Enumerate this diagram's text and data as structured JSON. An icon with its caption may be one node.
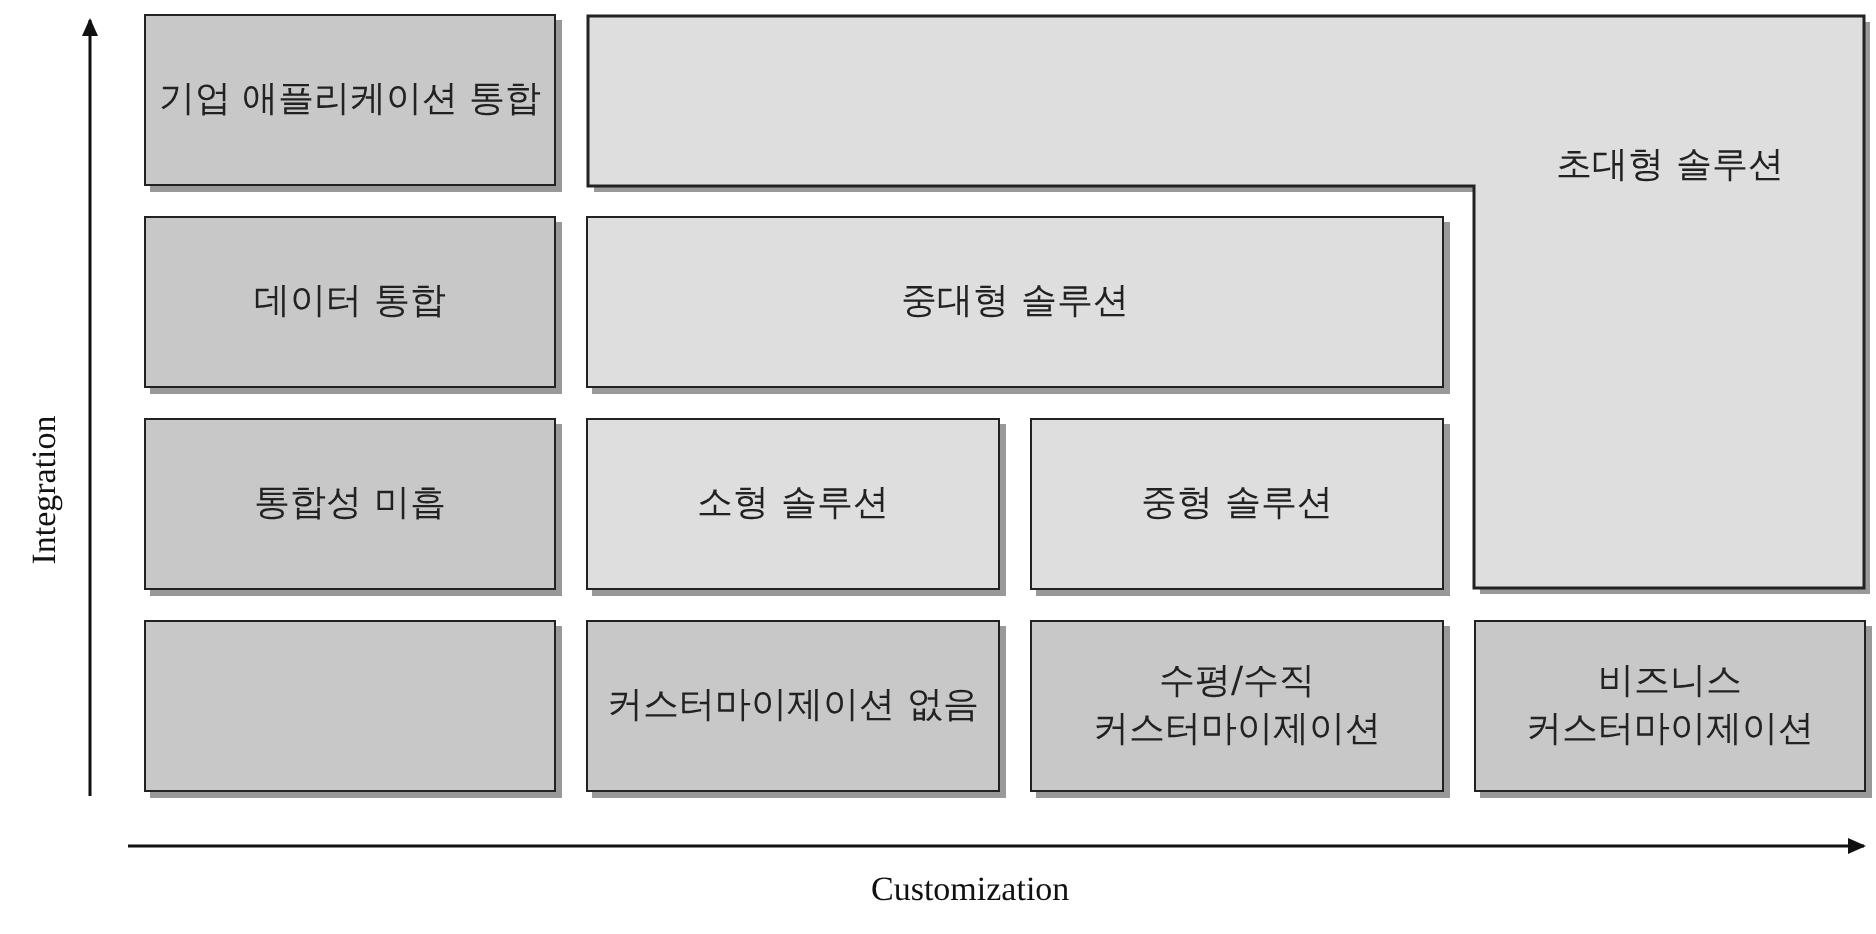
{
  "diagram": {
    "nodes": [
      {
        "text": [
          "기업 애플리케이션 통합"
        ]
      },
      {
        "text": [
          "초대형 솔루션"
        ]
      },
      {
        "text": [
          "데이터 통합"
        ]
      },
      {
        "text": [
          "중대형 솔루션"
        ]
      },
      {
        "text": [
          "통합성 미흡"
        ]
      },
      {
        "text": [
          "소형 솔루션"
        ]
      },
      {
        "text": [
          "중형 솔루션"
        ]
      },
      {
        "text": [],
        "shape": "box"
      },
      {
        "text": [
          "커스터마이제이션 없음"
        ]
      },
      {
        "text": [
          "수평/수직 커스터마이제이션"
        ]
      },
      {
        "text": [
          "비즈니스 커스터마이제이션"
        ]
      }
    ],
    "labels": [
      "Integration",
      "Customization"
    ]
  }
}
